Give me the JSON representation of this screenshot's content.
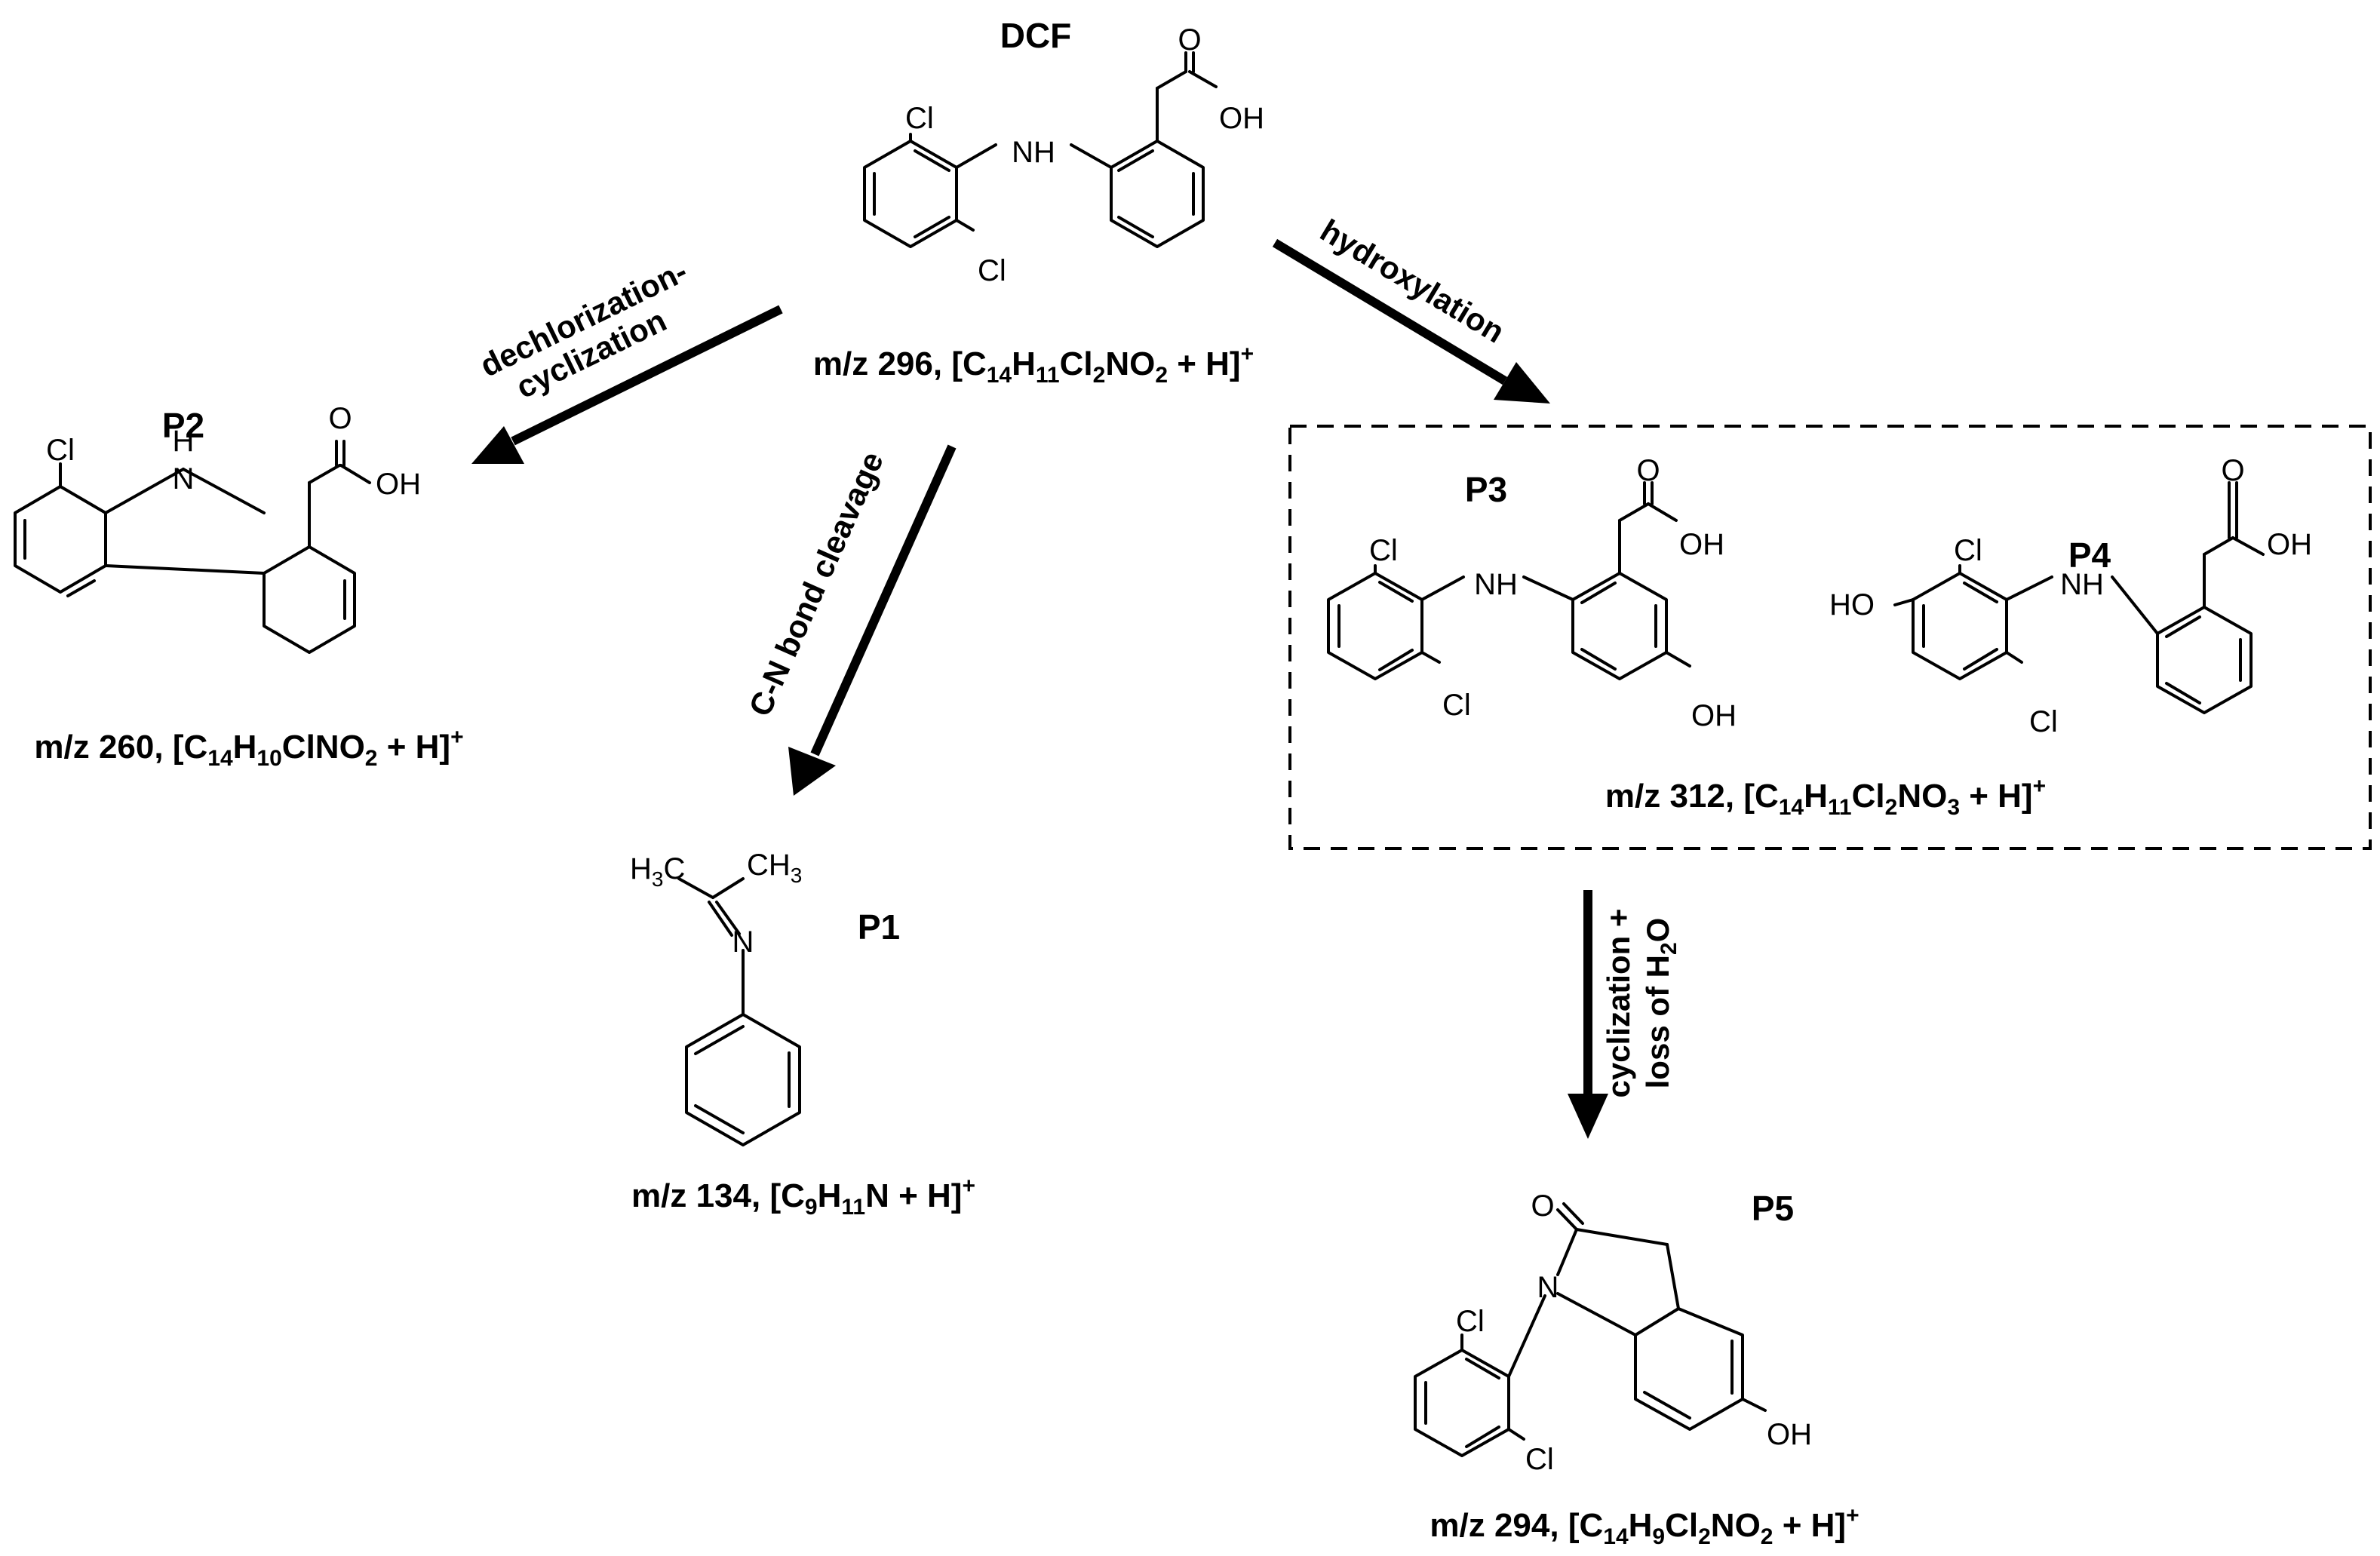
{
  "compounds": {
    "dcf": {
      "label": "DCF",
      "mz": "m/z 296, ",
      "formula": [
        [
          "[C",
          ""
        ],
        [
          "14",
          "sub"
        ],
        [
          "H",
          ""
        ],
        [
          "11",
          "sub"
        ],
        [
          "Cl",
          ""
        ],
        [
          "2",
          "sub"
        ],
        [
          "NO",
          ""
        ],
        [
          "2",
          "sub"
        ],
        [
          " + H]",
          ""
        ],
        [
          "+",
          "sup"
        ]
      ],
      "atoms": {
        "cl_top": "Cl",
        "cl_bottom": "Cl",
        "nh": "NH",
        "o": "O",
        "oh": "OH"
      }
    },
    "p2": {
      "label": "P2",
      "mz": "m/z 260, ",
      "formula": [
        [
          "[C",
          ""
        ],
        [
          "14",
          "sub"
        ],
        [
          "H",
          ""
        ],
        [
          "10",
          "sub"
        ],
        [
          "ClNO",
          ""
        ],
        [
          "2",
          "sub"
        ],
        [
          " + H]",
          ""
        ],
        [
          "+",
          "sup"
        ]
      ],
      "atoms": {
        "cl": "Cl",
        "h": "H",
        "n": "N",
        "o": "O",
        "oh": "OH"
      }
    },
    "p1": {
      "label": "P1",
      "mz": "m/z 134, ",
      "formula": [
        [
          "[C",
          ""
        ],
        [
          "9",
          "sub"
        ],
        [
          "H",
          ""
        ],
        [
          "11",
          "sub"
        ],
        [
          "N + H]",
          ""
        ],
        [
          "+",
          "sup"
        ]
      ],
      "atoms": {
        "h3c": "H",
        "h3c_sub": "3",
        "h3c_c": "C",
        "ch3_c": "CH",
        "ch3_sub": "3",
        "n": "N"
      }
    },
    "p3": {
      "label": "P3",
      "atoms": {
        "cl_top": "Cl",
        "cl_bottom": "Cl",
        "nh": "NH",
        "o": "O",
        "oh_acid": "OH",
        "oh_ring": "OH"
      }
    },
    "p4": {
      "label": "P4",
      "atoms": {
        "ho": "HO",
        "cl_top": "Cl",
        "cl_bottom": "Cl",
        "nh": "NH",
        "o": "O",
        "oh_acid": "OH"
      }
    },
    "p34_caption": {
      "mz": "m/z 312, ",
      "formula": [
        [
          "[C",
          ""
        ],
        [
          "14",
          "sub"
        ],
        [
          "H",
          ""
        ],
        [
          "11",
          "sub"
        ],
        [
          "Cl",
          ""
        ],
        [
          "2",
          "sub"
        ],
        [
          "NO",
          ""
        ],
        [
          "3",
          "sub"
        ],
        [
          " + H]",
          ""
        ],
        [
          "+",
          "sup"
        ]
      ]
    },
    "p5": {
      "label": "P5",
      "mz": "m/z 294, ",
      "formula": [
        [
          "[C",
          ""
        ],
        [
          "14",
          "sub"
        ],
        [
          "H",
          ""
        ],
        [
          "9",
          "sub"
        ],
        [
          "Cl",
          ""
        ],
        [
          "2",
          "sub"
        ],
        [
          "NO",
          ""
        ],
        [
          "2",
          "sub"
        ],
        [
          " + H]",
          ""
        ],
        [
          "+",
          "sup"
        ]
      ],
      "atoms": {
        "o": "O",
        "n": "N",
        "cl_top": "Cl",
        "cl_bottom": "Cl",
        "oh": "OH"
      }
    }
  },
  "reactions": {
    "dechlorization": {
      "line1": "dechlorization-",
      "line2": "cyclization"
    },
    "cn_cleavage": {
      "text": "C-N bond cleavage"
    },
    "hydroxylation": {
      "text": "hydroxylation"
    },
    "cyclization": {
      "line1": "cyclization +",
      "line2_prefix": "loss of H",
      "line2_sub": "2",
      "line2_suffix": "O"
    }
  }
}
